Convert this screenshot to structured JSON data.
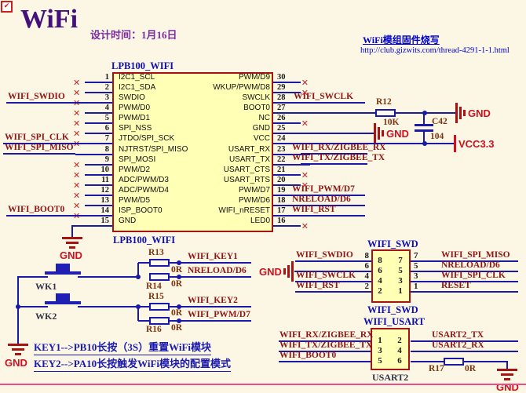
{
  "icons": {
    "check": "✔",
    "no_connect": "✕"
  },
  "header": {
    "title": "WiFi",
    "subtitle": "设计时间：1月16日",
    "link_title": "WiFi模组固件烧写",
    "link_url": "http://club.gizwits.com/thread-4291-1-1.html"
  },
  "ic": {
    "label_top": "LPB100_WIFI",
    "label_bottom": "LPB100_WIFI",
    "left": [
      {
        "n": "1",
        "name": "I2C1_SCL"
      },
      {
        "n": "2",
        "name": "I2C1_SDA"
      },
      {
        "n": "3",
        "name": "SWDIO"
      },
      {
        "n": "4",
        "name": "PWM/D0"
      },
      {
        "n": "5",
        "name": "PWM/D1"
      },
      {
        "n": "6",
        "name": "SPI_NSS"
      },
      {
        "n": "7",
        "name": "JTDO/SPI_SCK"
      },
      {
        "n": "8",
        "name": "NJTRST/SPI_MISO"
      },
      {
        "n": "9",
        "name": "SPI_MOSI"
      },
      {
        "n": "10",
        "name": "PWM/D2"
      },
      {
        "n": "11",
        "name": "ADC/PWM/D3"
      },
      {
        "n": "12",
        "name": "ADC/PWM/D4"
      },
      {
        "n": "13",
        "name": "PWM/D5"
      },
      {
        "n": "14",
        "name": "ISP_BOOT0"
      },
      {
        "n": "15",
        "name": "GND"
      }
    ],
    "right": [
      {
        "n": "30",
        "name": "PWM/D9"
      },
      {
        "n": "29",
        "name": "WKUP/PWM/D8"
      },
      {
        "n": "28",
        "name": "SWCLK"
      },
      {
        "n": "27",
        "name": "BOOT0"
      },
      {
        "n": "26",
        "name": "NC"
      },
      {
        "n": "25",
        "name": "GND"
      },
      {
        "n": "24",
        "name": "VCC"
      },
      {
        "n": "23",
        "name": "USART_RX"
      },
      {
        "n": "22",
        "name": "USART_TX"
      },
      {
        "n": "21",
        "name": "USART_CTS"
      },
      {
        "n": "20",
        "name": "USART_RTS"
      },
      {
        "n": "19",
        "name": "PWM/D7"
      },
      {
        "n": "18",
        "name": "PWM/D6"
      },
      {
        "n": "17",
        "name": "WIFI_nRESET"
      },
      {
        "n": "16",
        "name": "LED0"
      }
    ]
  },
  "nets": {
    "wifi_swdio": "WIFI_SWDIO",
    "wifi_spi_clk": "WIFI_SPI_CLK",
    "wifi_spi_miso": "WIFI_SPI_MISO",
    "wifi_boot0": "WIFI_BOOT0",
    "wifi_swclk": "WIFI_SWCLK",
    "wifi_rx_zigbee_rx": "WIFI_RX/ZIGBEE_RX",
    "wifi_tx_zigbee_tx": "WIFI_TX/ZIGBEE_TX",
    "wifi_pwm_d7": "WIFI_PWM/D7",
    "nreload_d6": "NRELOAD/D6",
    "wifi_rst": "WIFI_RST",
    "wifi_key1": "WIFI_KEY1",
    "wifi_key2": "WIFI_KEY2",
    "usart2_tx": "USART2_TX",
    "usart2_rx": "USART2_RX",
    "reset": "RESET"
  },
  "power": {
    "gnd": "GND",
    "vcc33": "VCC3.3"
  },
  "parts": {
    "r12": {
      "ref": "R12",
      "val": "10K"
    },
    "c42": {
      "ref": "C42",
      "val": "104"
    },
    "r13": {
      "ref": "R13",
      "val": "0R"
    },
    "r14": {
      "ref": "R14",
      "val": "0R"
    },
    "r15": {
      "ref": "R15",
      "val": "0R"
    },
    "r16": {
      "ref": "R16",
      "val": "0R"
    },
    "r17": {
      "ref": "R17",
      "val": "0R"
    },
    "wk1": "WK1",
    "wk2": "WK2"
  },
  "swd": {
    "title_top": "WIFI_SWD",
    "title_bottom": "WIFI_SWD",
    "left_pins": [
      "8",
      "6",
      "4",
      "2"
    ],
    "right_pins": [
      "7",
      "5",
      "3",
      "1"
    ],
    "left_labels": [
      "WIFI_SWDIO",
      "WIFI_SWCLK",
      "WIFI_RST"
    ],
    "right_labels": [
      "WIFI_SPI_MISO",
      "NRELOAD/D6",
      "WIFI_SPI_CLK",
      "RESET"
    ]
  },
  "usart": {
    "title_top": "WIFI_USART",
    "title_bottom": "USART2",
    "left_pins": [
      "1",
      "3",
      "5"
    ],
    "right_pins": [
      "2",
      "4",
      "6"
    ],
    "left_labels": [
      "WIFI_RX/ZIGBEE_RX",
      "WIFI_TX/ZIGBEE_TX",
      "WIFI_BOOT0"
    ],
    "right_labels": [
      "USART2_TX",
      "USART2_RX"
    ]
  },
  "notes": {
    "line1": "KEY1-->PB10长按（3S）重置WiFi模块",
    "line2": "KEY2-->PA10长按触发WiFi模块的配置模式"
  },
  "colors": {
    "wire": "#1a1aa6",
    "net_label": "#8f1616",
    "power_red": "#cf1020",
    "ic_fill": "#ffffb5",
    "ic_border": "#a51414",
    "link_blue": "#0000d0",
    "title_purple": "#45107a",
    "pink_border": "#ed4c8c",
    "background": "#fbf7e4"
  }
}
